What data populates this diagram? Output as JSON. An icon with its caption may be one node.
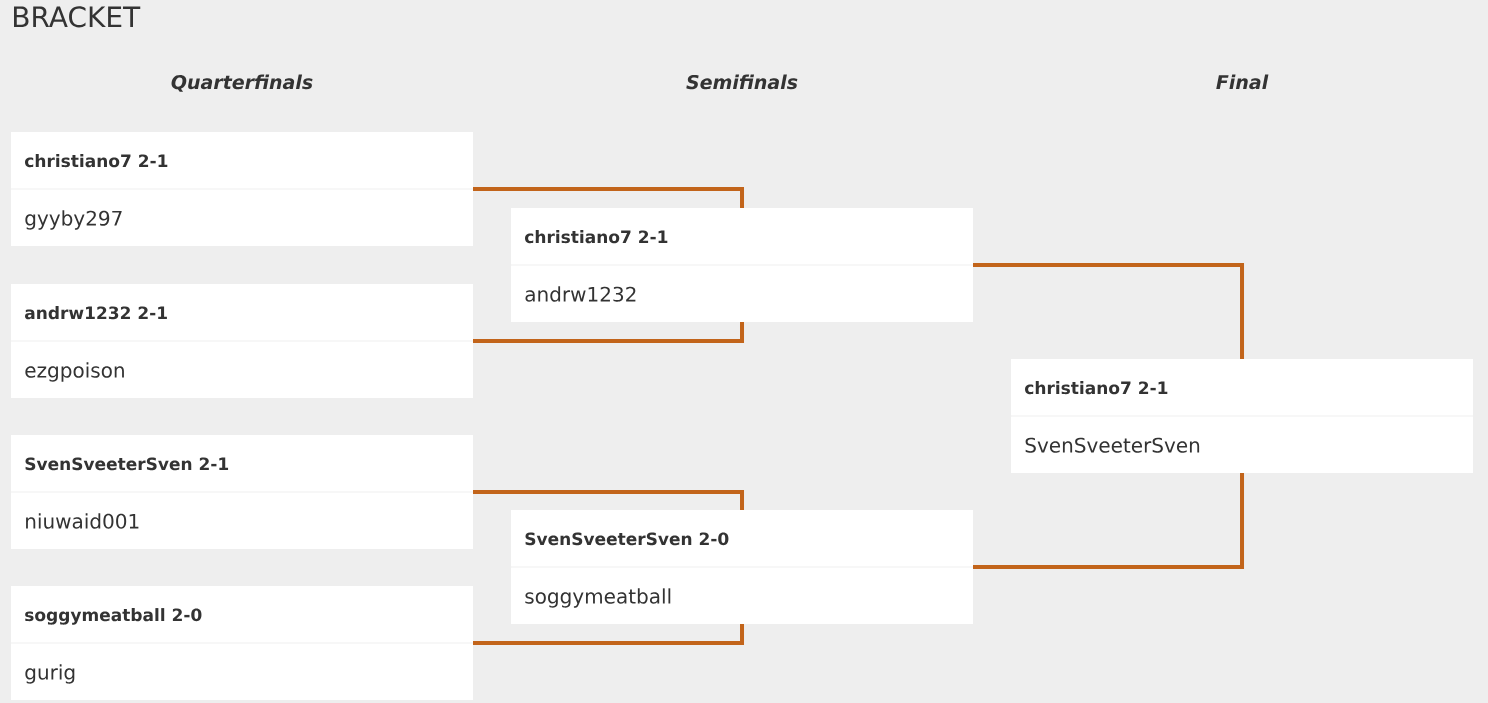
{
  "diagram": {
    "title": "BRACKET",
    "nodes": [
      {
        "text": [
          "christiano7 2-1",
          "gyyby297"
        ]
      },
      {
        "text": [
          "andrw1232 2-1",
          "ezgpoison"
        ]
      },
      {
        "text": [
          "SvenSveeterSven 2-1",
          "niuwaid001"
        ]
      },
      {
        "text": [
          "soggymeatball 2-0",
          "gurig"
        ]
      },
      {
        "text": [
          "christiano7 2-1",
          "andrw1232"
        ]
      },
      {
        "text": [
          "SvenSveeterSven 2-0",
          "soggymeatball"
        ]
      },
      {
        "text": [
          "christiano7 2-1",
          "SvenSveeterSven"
        ]
      }
    ],
    "edges": [
      {
        "from": 0,
        "to": 4,
        "arrow": "none"
      },
      {
        "from": 1,
        "to": 4,
        "arrow": "none"
      },
      {
        "from": 2,
        "to": 5,
        "arrow": "none"
      },
      {
        "from": 3,
        "to": 5,
        "arrow": "none"
      },
      {
        "from": 4,
        "to": 6,
        "arrow": "none"
      },
      {
        "from": 5,
        "to": 6,
        "arrow": "none"
      }
    ],
    "labels": [
      "Quarterfinals",
      "Semifinals",
      "Final"
    ]
  }
}
